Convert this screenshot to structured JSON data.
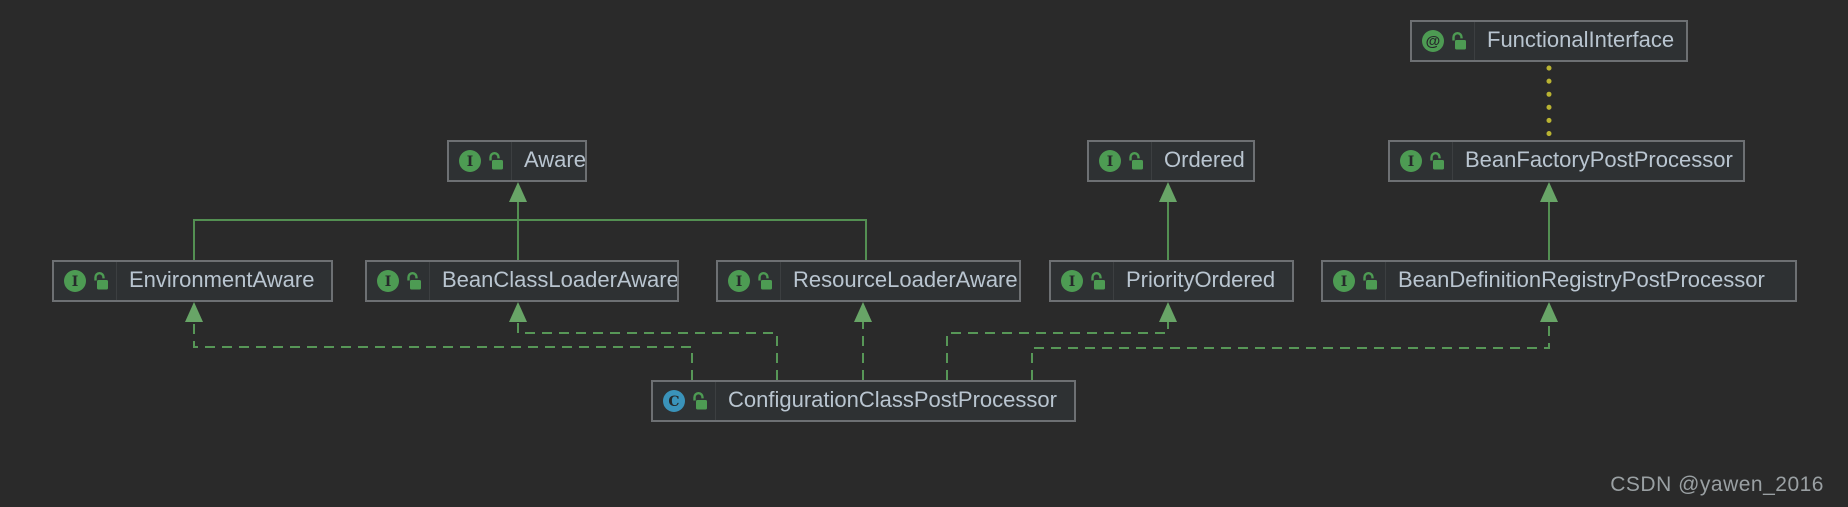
{
  "page": {
    "background": "#2a2a2a"
  },
  "watermark": {
    "text": "CSDN @yawen_2016"
  },
  "icons": {
    "interface_letter": "I",
    "class_letter": "C",
    "annotation_glyph": "@"
  },
  "diagram": {
    "nodes": [
      {
        "id": "functional-interface",
        "label": "FunctionalInterface",
        "kind": "annotation",
        "visibility": "public"
      },
      {
        "id": "aware",
        "label": "Aware",
        "kind": "interface",
        "visibility": "public"
      },
      {
        "id": "ordered",
        "label": "Ordered",
        "kind": "interface",
        "visibility": "public"
      },
      {
        "id": "bean-factory-post-processor",
        "label": "BeanFactoryPostProcessor",
        "kind": "interface",
        "visibility": "public"
      },
      {
        "id": "environment-aware",
        "label": "EnvironmentAware",
        "kind": "interface",
        "visibility": "public"
      },
      {
        "id": "bean-class-loader-aware",
        "label": "BeanClassLoaderAware",
        "kind": "interface",
        "visibility": "public"
      },
      {
        "id": "resource-loader-aware",
        "label": "ResourceLoaderAware",
        "kind": "interface",
        "visibility": "public"
      },
      {
        "id": "priority-ordered",
        "label": "PriorityOrdered",
        "kind": "interface",
        "visibility": "public"
      },
      {
        "id": "bean-definition-registry-post-processor",
        "label": "BeanDefinitionRegistryPostProcessor",
        "kind": "interface",
        "visibility": "public"
      },
      {
        "id": "configuration-class-post-processor",
        "label": "ConfigurationClassPostProcessor",
        "kind": "class",
        "visibility": "public"
      }
    ],
    "edges": [
      {
        "from": "EnvironmentAware",
        "to": "Aware",
        "type": "extends"
      },
      {
        "from": "BeanClassLoaderAware",
        "to": "Aware",
        "type": "extends"
      },
      {
        "from": "ResourceLoaderAware",
        "to": "Aware",
        "type": "extends"
      },
      {
        "from": "PriorityOrdered",
        "to": "Ordered",
        "type": "extends"
      },
      {
        "from": "BeanDefinitionRegistryPostProcessor",
        "to": "BeanFactoryPostProcessor",
        "type": "extends"
      },
      {
        "from": "BeanFactoryPostProcessor",
        "to": "FunctionalInterface",
        "type": "annotated-with"
      },
      {
        "from": "ConfigurationClassPostProcessor",
        "to": "EnvironmentAware",
        "type": "implements"
      },
      {
        "from": "ConfigurationClassPostProcessor",
        "to": "BeanClassLoaderAware",
        "type": "implements"
      },
      {
        "from": "ConfigurationClassPostProcessor",
        "to": "ResourceLoaderAware",
        "type": "implements"
      },
      {
        "from": "ConfigurationClassPostProcessor",
        "to": "PriorityOrdered",
        "type": "implements"
      },
      {
        "from": "ConfigurationClassPostProcessor",
        "to": "BeanDefinitionRegistryPostProcessor",
        "type": "implements"
      }
    ],
    "colors": {
      "inheritance_line": "#538f52",
      "realization_line": "#579757",
      "annotation_line": "#b9b332",
      "arrowhead": "#68a567",
      "interface_icon": "#4d9b53",
      "annotation_icon": "#4d9b53",
      "class_icon": "#3a93ba",
      "lock_icon": "#4d9b53",
      "node_background": "#2e3133",
      "node_border": "#6d7073",
      "label_color": "#b9c5d0"
    }
  }
}
